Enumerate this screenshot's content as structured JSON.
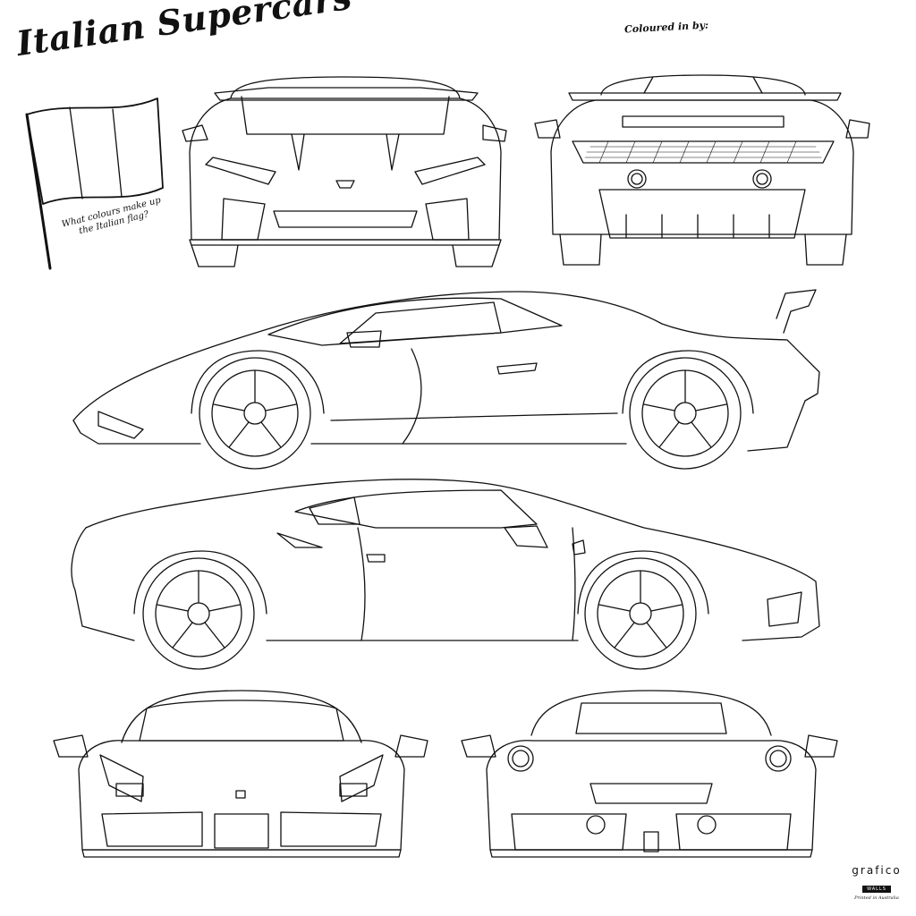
{
  "header": {
    "title": "Italian Supercars",
    "coloured_in_by": "Coloured in by:"
  },
  "flag": {
    "question": "What colours make up the Italian flag?"
  },
  "brand": {
    "name": "grafico",
    "sub": "WALLS",
    "printed": "Printed in Australia"
  },
  "colors": {
    "line": "#111111",
    "background": "#ffffff"
  }
}
